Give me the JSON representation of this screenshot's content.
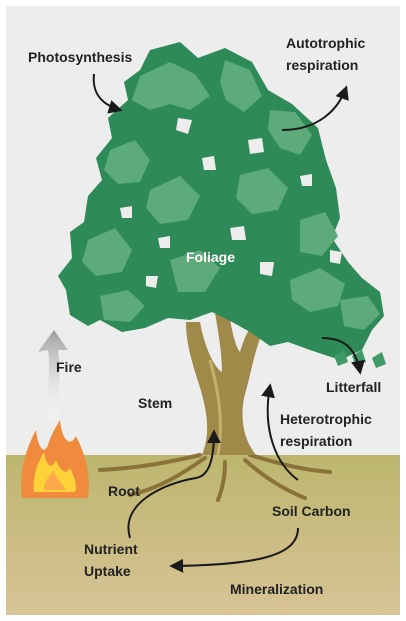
{
  "labels": {
    "photosynthesis": "Photosynthesis",
    "autotrophic_line1": "Autotrophic",
    "autotrophic_line2": "respiration",
    "foliage": "Foliage",
    "fire": "Fire",
    "stem": "Stem",
    "litterfall": "Litterfall",
    "heterotrophic_line1": "Heterotrophic",
    "heterotrophic_line2": "respiration",
    "root": "Root",
    "soil_carbon": "Soil Carbon",
    "nutrient_line1": "Nutrient",
    "nutrient_line2": "Uptake",
    "mineralization": "Mineralization"
  },
  "colors": {
    "sky": "#ededed",
    "soil_top": "#bcb66e",
    "soil_bottom": "#d8c396",
    "foliage_dark": "#2e8b57",
    "foliage_light": "#5daa7a",
    "trunk": "#a08a4a",
    "fire_orange": "#f08a3c",
    "fire_yellow": "#ffd23a",
    "arrow": "#1a1a1a",
    "smoke": "#bdbdbd"
  }
}
